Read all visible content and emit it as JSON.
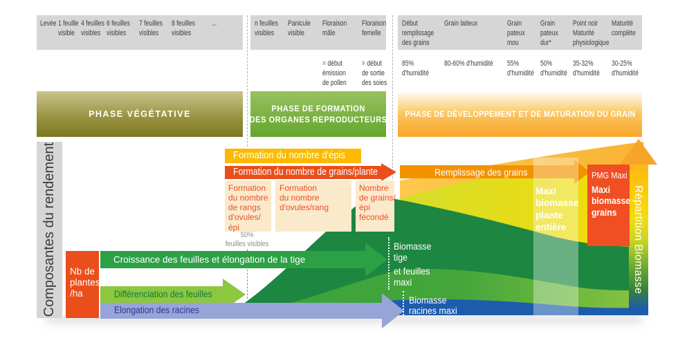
{
  "phases": {
    "vegetative": "PHASE VÉGÉTATIVE",
    "reproductive": "PHASE DE FORMATION\nDES ORGANES REPRODUCTEURS",
    "grain": "PHASE DE DÉVELOPPEMENT ET DE MATURATION DU GRAIN"
  },
  "stages": {
    "row1": [
      "Levée",
      "1 feuille\nvisible",
      "4 feuilles\nvisibles",
      "6 feuilles\nvisibles",
      "7 feuilles\nvisibles",
      "8 feuilles\nvisibles",
      "..."
    ],
    "row2": [
      "n feuilles\nvisibles",
      "Panicule\nvisible",
      "Floraison\nmâle",
      "Floraison\nfemelle"
    ],
    "row2_notes": [
      "= début\némission\nde pollen",
      "= début\nde sortie\ndes soies"
    ],
    "row3": [
      "Début\nremplissage\ndes grains",
      "Grain laiteux",
      "Grain\npateux\nmou",
      "Grain\npateux\ndur*",
      "Point noir\nMaturité\nphysiologique",
      "Maturité\ncomplète"
    ],
    "row3_humidity": [
      "85%\nd'humidité",
      "80-60% d'humidité",
      "55%\nd'humidité",
      "50%\nd'humidité",
      "35-32%\nd'humidité",
      "30-25%\nd'humidité"
    ]
  },
  "left_axis": {
    "label": "Composantes du rendement",
    "plants_box": "Nb de\nplantes\n/ha"
  },
  "yield": {
    "epis": "Formation du nombre d'épis",
    "grains_per_plant": "Formation du nombre de grains/plante",
    "rows_ovules": "Formation\ndu nombre\nde rangs\nd'ovules/\népi",
    "ovules_per_row": "Formation\ndu nombre\nd'ovules/rang",
    "grains_fertilized": "Nombre\nde grains/\népi\nfécondé",
    "filling": "Remplissage des grains",
    "fifty_percent": "50%\nfeuilles visibles"
  },
  "biomass": {
    "leaf_growth": "Croissance des feuilles et élongation de la tige",
    "leaf_diff": "Différenciation des feuilles",
    "root_elong": "Elongation des racines",
    "stem_max_1": "Biomasse\ntige",
    "stem_max_2": "et feuilles\nmaxi",
    "root_max": "Biomasse\nracines maxi",
    "plant_max": "Maxi\nbiomasse\nplante\nentière",
    "pmg_max": "PMG Maxi",
    "grain_max": "Maxi\nbiomasse\ngrains",
    "repartition": "Répartition Biomasse"
  },
  "colors": {
    "orange_red": "#E94E1B",
    "yellow": "#FBBA00",
    "orange_arrow": "#F39200",
    "dark_green": "#1D8640",
    "mid_green": "#2CA045",
    "light_green": "#8DC63F",
    "chartreuse": "#D8DF26",
    "blue": "#1D5CAD",
    "periwinkle": "#96A4D8",
    "peach": "#FBE9CB",
    "gray_band": "#D6D6D6"
  }
}
